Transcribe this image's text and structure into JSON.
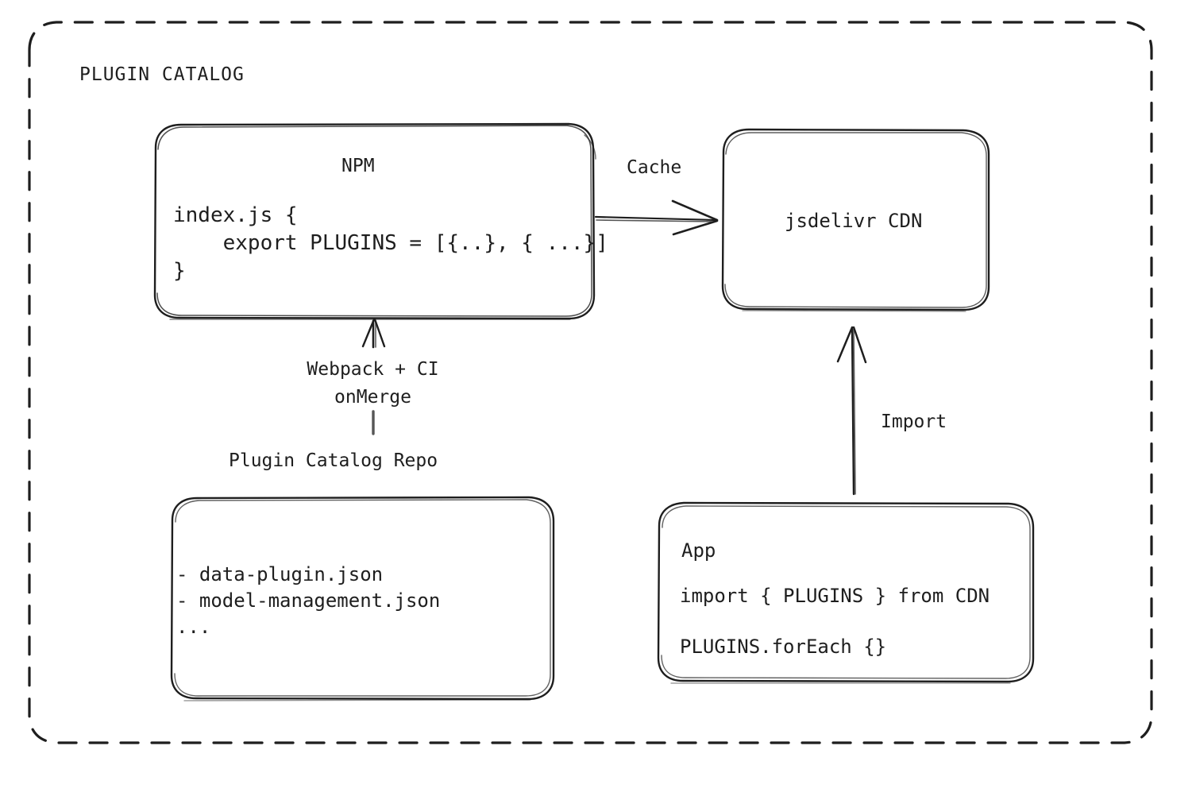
{
  "diagram": {
    "container": {
      "title": "PLUGIN CATALOG",
      "border_style": "dashed",
      "stroke_color": "#1e1e1e"
    },
    "nodes": {
      "npm": {
        "title": "NPM",
        "code_line_1": "index.js {",
        "code_line_2": "    export PLUGINS = [{..}, { ...}]",
        "code_line_3": "}"
      },
      "cdn": {
        "title": "jsdelivr CDN"
      },
      "repo": {
        "caption": "Plugin Catalog Repo",
        "item_1": "- data-plugin.json",
        "item_2": "- model-management.json",
        "item_3": "..."
      },
      "app": {
        "title": "App",
        "code_line_1": "import { PLUGINS } from CDN",
        "code_line_2": "PLUGINS.forEach {}"
      }
    },
    "edges": {
      "npm_to_cdn": {
        "label": "Cache",
        "direction": "right"
      },
      "repo_to_npm": {
        "label_line_1": "Webpack + CI",
        "label_line_2": "onMerge",
        "direction": "up"
      },
      "app_to_cdn": {
        "label": "Import",
        "direction": "up"
      }
    }
  }
}
